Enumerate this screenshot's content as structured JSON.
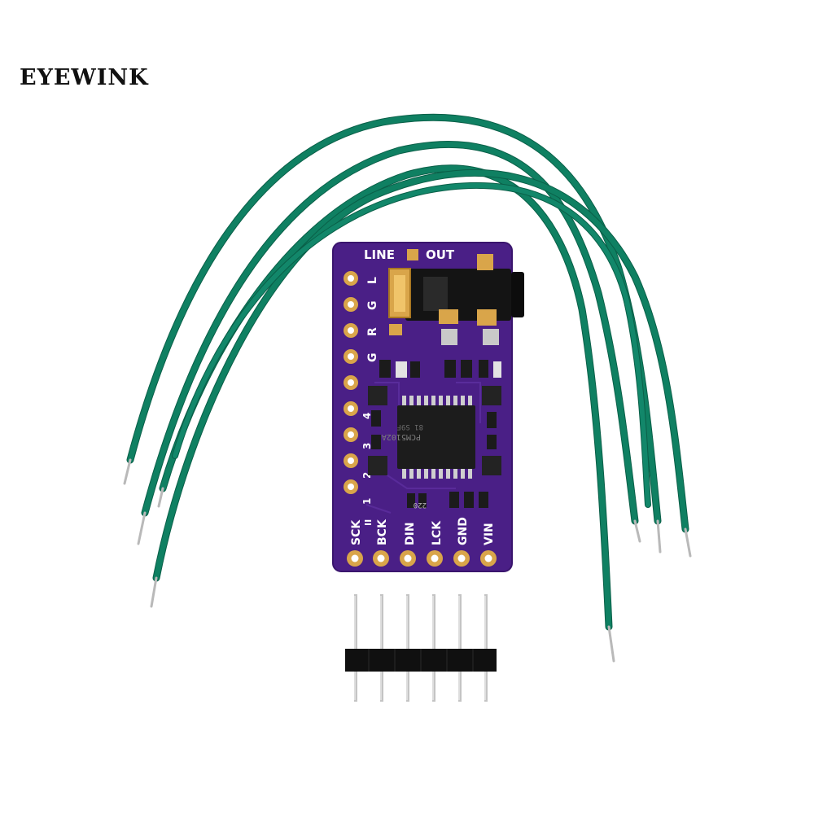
{
  "brand": {
    "name": "EYEWINK"
  },
  "board": {
    "color": "#4a1f86",
    "chip_label": "PCM5102A",
    "chip_sub": "81 S9F",
    "header_title_left": "LINE",
    "header_title_right": "OUT",
    "side_pins": [
      "L",
      "G",
      "R",
      "G",
      "",
      "",
      "",
      "",
      ""
    ],
    "side_numbers": [
      "4",
      "3",
      "2",
      "1"
    ],
    "bottom_pins": [
      "SCK",
      "BCK",
      "DIN",
      "LCK",
      "GND",
      "VIN"
    ],
    "resistor_code": "220",
    "bridge_mark": "II"
  },
  "colors": {
    "wire": "#0f8062",
    "wire_dark": "#0a5f48",
    "pad_gold": "#d9a54a",
    "header_black": "#101010",
    "pin_silver": "#c8c8c8"
  }
}
